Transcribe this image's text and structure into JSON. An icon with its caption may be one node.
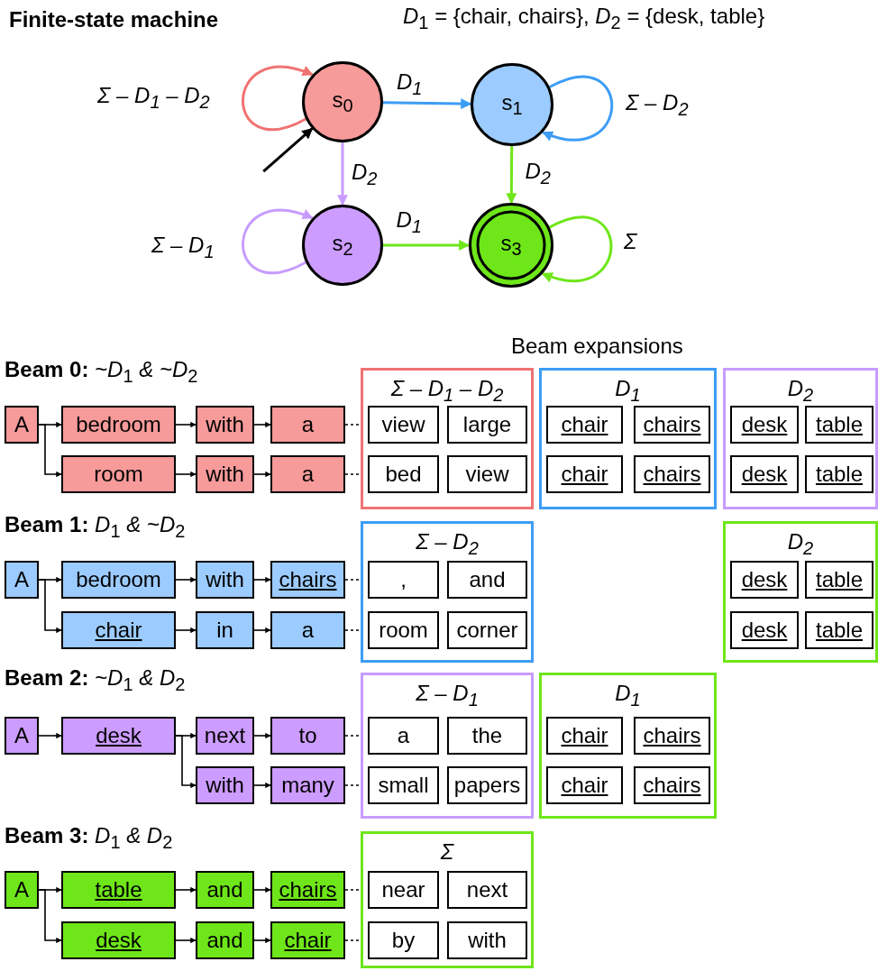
{
  "diagram": {
    "title": "Finite-state machine",
    "nodes": [
      {
        "text": [
          "s$_{0}$"
        ]
      },
      {
        "text": [
          "s$_{1}$"
        ]
      },
      {
        "text": [
          "s$_{2}$"
        ]
      },
      {
        "text": [
          "s$_{3}$"
        ]
      },
      {
        "text": [
          "A"
        ]
      },
      {
        "text": [
          "bedroom"
        ]
      },
      {
        "text": [
          "with"
        ]
      },
      {
        "text": [
          "a"
        ]
      },
      {
        "text": [
          "room"
        ]
      },
      {
        "text": [
          "with"
        ]
      },
      {
        "text": [
          "a"
        ]
      },
      {
        "text": [
          "Σ – D$_{1}$ – D$_{2}$"
        ]
      },
      {
        "text": [
          "view"
        ],
        "in": 11
      },
      {
        "text": [
          "large"
        ],
        "in": 11
      },
      {
        "text": [
          "bed"
        ],
        "in": 11
      },
      {
        "text": [
          "view"
        ],
        "in": 11
      },
      {
        "text": [
          "D$_{1}$"
        ]
      },
      {
        "text": [
          "chair"
        ],
        "in": 16
      },
      {
        "text": [
          "chairs"
        ],
        "in": 16
      },
      {
        "text": [
          "chair"
        ],
        "in": 16
      },
      {
        "text": [
          "chairs"
        ],
        "in": 16
      },
      {
        "text": [
          "D$_{2}$"
        ]
      },
      {
        "text": [
          "desk"
        ],
        "in": 21
      },
      {
        "text": [
          "table"
        ],
        "in": 21
      },
      {
        "text": [
          "desk"
        ],
        "in": 21
      },
      {
        "text": [
          "table"
        ],
        "in": 21
      },
      {
        "text": [
          "A"
        ]
      },
      {
        "text": [
          "bedroom"
        ]
      },
      {
        "text": [
          "with"
        ]
      },
      {
        "text": [
          "chairs"
        ]
      },
      {
        "text": [
          "chair"
        ]
      },
      {
        "text": [
          "in"
        ]
      },
      {
        "text": [
          "a"
        ]
      },
      {
        "text": [
          "Σ – D$_{2}$"
        ]
      },
      {
        "text": [
          ","
        ],
        "in": 33
      },
      {
        "text": [
          "and"
        ],
        "in": 33
      },
      {
        "text": [
          "room"
        ],
        "in": 33
      },
      {
        "text": [
          "corner"
        ],
        "in": 33
      },
      {
        "text": [
          "D$_{2}$"
        ]
      },
      {
        "text": [
          "desk"
        ],
        "in": 38
      },
      {
        "text": [
          "table"
        ],
        "in": 38
      },
      {
        "text": [
          "desk"
        ],
        "in": 38
      },
      {
        "text": [
          "table"
        ],
        "in": 38
      },
      {
        "text": [
          "A"
        ]
      },
      {
        "text": [
          "desk"
        ]
      },
      {
        "text": [
          "next"
        ]
      },
      {
        "text": [
          "to"
        ]
      },
      {
        "text": [
          "with"
        ]
      },
      {
        "text": [
          "many"
        ]
      },
      {
        "text": [
          "Σ – D$_{1}$"
        ]
      },
      {
        "text": [
          "a"
        ],
        "in": 49
      },
      {
        "text": [
          "the"
        ],
        "in": 49
      },
      {
        "text": [
          "small"
        ],
        "in": 49
      },
      {
        "text": [
          "papers"
        ],
        "in": 49
      },
      {
        "text": [
          "D$_{1}$"
        ]
      },
      {
        "text": [
          "chair"
        ],
        "in": 54
      },
      {
        "text": [
          "chairs"
        ],
        "in": 54
      },
      {
        "text": [
          "chair"
        ],
        "in": 54
      },
      {
        "text": [
          "chairs"
        ],
        "in": 54
      },
      {
        "text": [
          "A"
        ]
      },
      {
        "text": [
          "table"
        ]
      },
      {
        "text": [
          "and"
        ]
      },
      {
        "text": [
          "chairs"
        ]
      },
      {
        "text": [
          "desk"
        ]
      },
      {
        "text": [
          "and"
        ]
      },
      {
        "text": [
          "chair"
        ]
      },
      {
        "text": [
          "Σ"
        ]
      },
      {
        "text": [
          "near"
        ],
        "in": 66
      },
      {
        "text": [
          "next"
        ],
        "in": 66
      },
      {
        "text": [
          "by"
        ],
        "in": 66
      },
      {
        "text": [
          "with"
        ],
        "in": 66
      }
    ],
    "edges": [
      {
        "from": 0,
        "to": 0,
        "arrow": "to",
        "label": "Σ – D$_{1}$ – D$_{2}$",
        "color": "#f07373"
      },
      {
        "from": 0,
        "to": 1,
        "arrow": "to",
        "label": "D$_{1}$",
        "color": "#3d9df5"
      },
      {
        "from": 1,
        "to": 1,
        "arrow": "to",
        "label": "Σ – D$_{2}$",
        "color": "#3d9df5"
      },
      {
        "from": 0,
        "to": 2,
        "arrow": "to",
        "label": "D$_{2}$",
        "color": "#c79cff"
      },
      {
        "from": 1,
        "to": 3,
        "arrow": "to",
        "label": "D$_{2}$",
        "color": "#6ee619"
      },
      {
        "from": 2,
        "to": 2,
        "arrow": "to",
        "label": "Σ – D$_{1}$",
        "color": "#c79cff"
      },
      {
        "from": 2,
        "to": 3,
        "arrow": "to",
        "label": "D$_{1}$",
        "color": "#6ee619"
      },
      {
        "from": 3,
        "to": 3,
        "arrow": "to",
        "label": "Σ",
        "color": "#6ee619"
      },
      {
        "from": null,
        "to": 0,
        "arrow": "to"
      },
      {
        "from": 4,
        "to": 5,
        "arrow": "to"
      },
      {
        "from": 5,
        "to": 6,
        "arrow": "to"
      },
      {
        "from": 6,
        "to": 7,
        "arrow": "to"
      },
      {
        "from": 4,
        "to": 8,
        "arrow": "to"
      },
      {
        "from": 8,
        "to": 9,
        "arrow": "to"
      },
      {
        "from": 9,
        "to": 10,
        "arrow": "to"
      },
      {
        "from": 7,
        "to": 12,
        "arrow": "to",
        "style": "dashed"
      },
      {
        "from": 10,
        "to": 14,
        "arrow": "to",
        "style": "dashed"
      },
      {
        "from": 26,
        "to": 27,
        "arrow": "to"
      },
      {
        "from": 27,
        "to": 28,
        "arrow": "to"
      },
      {
        "from": 28,
        "to": 29,
        "arrow": "to"
      },
      {
        "from": 26,
        "to": 30,
        "arrow": "to"
      },
      {
        "from": 30,
        "to": 31,
        "arrow": "to"
      },
      {
        "from": 31,
        "to": 32,
        "arrow": "to"
      },
      {
        "from": 29,
        "to": 34,
        "arrow": "to",
        "style": "dashed"
      },
      {
        "from": 32,
        "to": 36,
        "arrow": "to",
        "style": "dashed"
      },
      {
        "from": 43,
        "to": 44,
        "arrow": "to"
      },
      {
        "from": 44,
        "to": 45,
        "arrow": "to"
      },
      {
        "from": 45,
        "to": 46,
        "arrow": "to"
      },
      {
        "from": 44,
        "to": 47,
        "arrow": "to"
      },
      {
        "from": 47,
        "to": 48,
        "arrow": "to"
      },
      {
        "from": 46,
        "to": 50,
        "arrow": "to",
        "style": "dashed"
      },
      {
        "from": 48,
        "to": 52,
        "arrow": "to",
        "style": "dashed"
      },
      {
        "from": 59,
        "to": 60,
        "arrow": "to"
      },
      {
        "from": 60,
        "to": 61,
        "arrow": "to"
      },
      {
        "from": 61,
        "to": 62,
        "arrow": "to"
      },
      {
        "from": 59,
        "to": 63,
        "arrow": "to"
      },
      {
        "from": 63,
        "to": 64,
        "arrow": "to"
      },
      {
        "from": 64,
        "to": 65,
        "arrow": "to"
      },
      {
        "from": 62,
        "to": 67,
        "arrow": "to",
        "style": "dashed"
      },
      {
        "from": 65,
        "to": 69,
        "arrow": "to",
        "style": "dashed"
      }
    ],
    "labels": [
      "*D*$_{1}$ = {chair, chairs}, *D*$_{2}$ = {desk, table}",
      "Beam expansions",
      "**Beam 0:** *~D*$_{1}$ *& ~D*$_{2}$",
      "**Beam 1:** *D*$_{1}$ *& ~D*$_{2}$",
      "**Beam 2:** *~D*$_{1}$ *& D*$_{2}$",
      "**Beam 3:** *D*$_{1}$ *& D*$_{2}$"
    ]
  }
}
